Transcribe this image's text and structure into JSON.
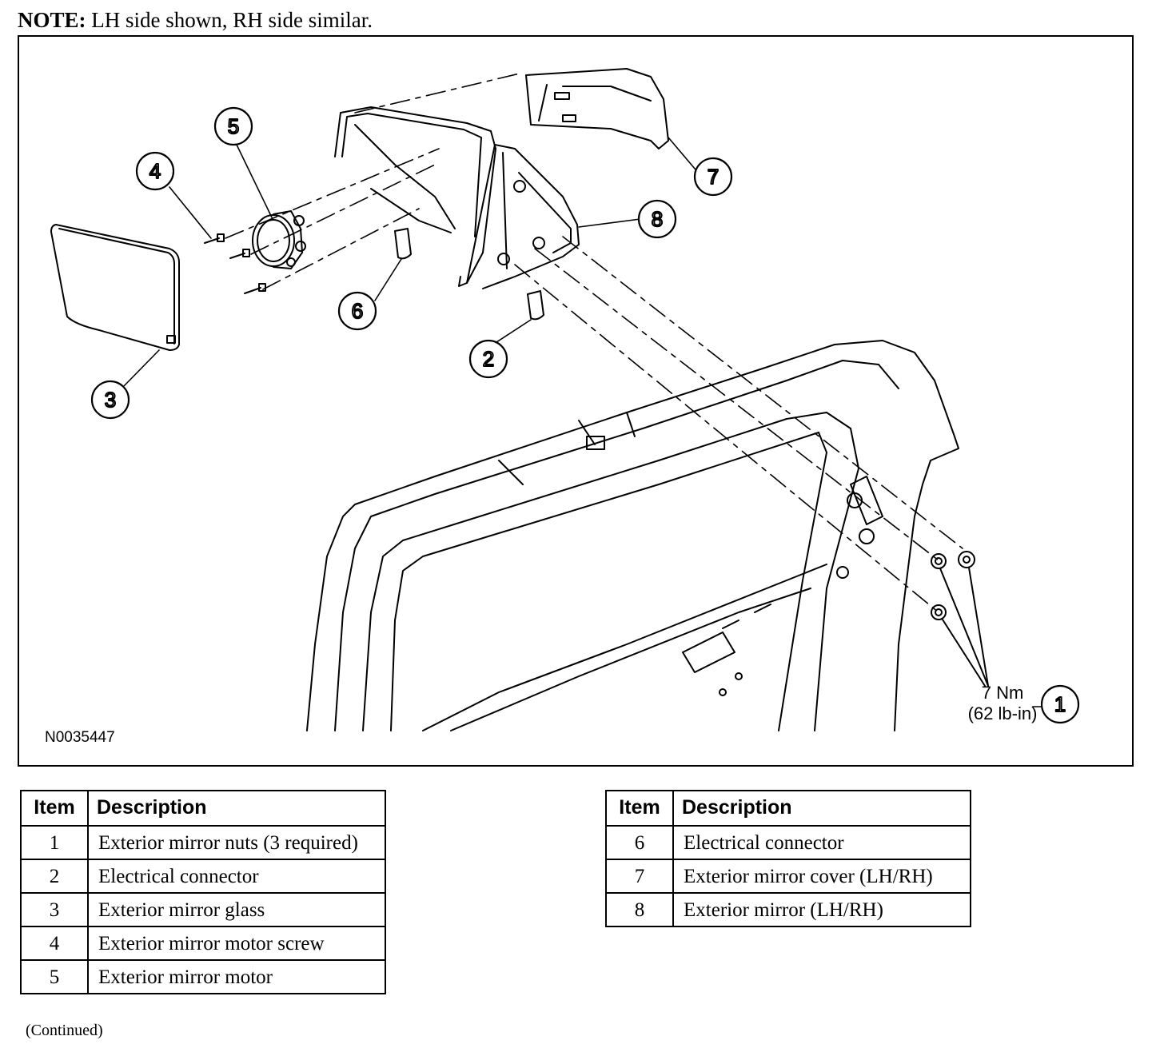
{
  "note": {
    "label": "NOTE:",
    "text": "LH side shown, RH side similar."
  },
  "figure": {
    "id": "N0035447",
    "torque_line1": "7 Nm",
    "torque_line2": "(62 lb-in)",
    "callouts": [
      "1",
      "2",
      "3",
      "4",
      "5",
      "6",
      "7",
      "8"
    ]
  },
  "table_headers": {
    "item": "Item",
    "description": "Description"
  },
  "parts_left": [
    {
      "item": "1",
      "description": "Exterior mirror nuts (3 required)"
    },
    {
      "item": "2",
      "description": "Electrical connector"
    },
    {
      "item": "3",
      "description": "Exterior mirror glass"
    },
    {
      "item": "4",
      "description": "Exterior mirror motor screw"
    },
    {
      "item": "5",
      "description": "Exterior mirror motor"
    }
  ],
  "parts_right": [
    {
      "item": "6",
      "description": "Electrical connector"
    },
    {
      "item": "7",
      "description": "Exterior mirror cover (LH/RH)"
    },
    {
      "item": "8",
      "description": "Exterior mirror (LH/RH)"
    }
  ],
  "footer": {
    "continued": "(Continued)"
  }
}
